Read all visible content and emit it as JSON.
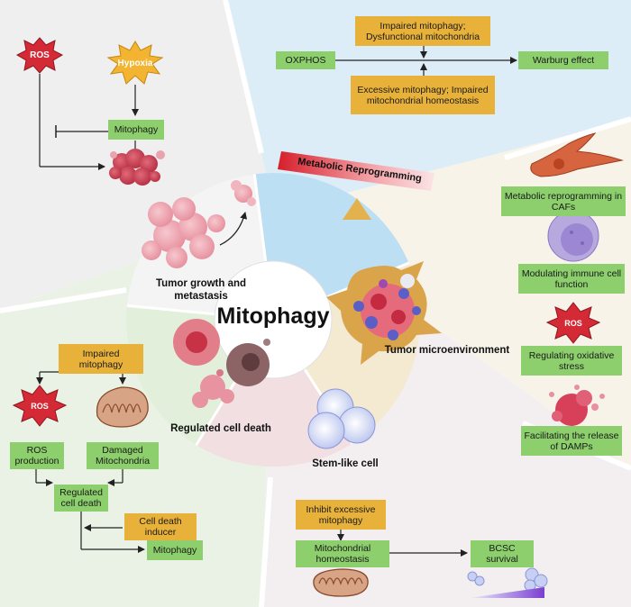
{
  "center": {
    "title": "Mitophagy"
  },
  "sectors": {
    "tumor_growth": "Tumor growth and metastasis",
    "metabolic": "Metabolic Reprogramming",
    "tme": "Tumor microenvironment",
    "stem": "Stem-like cell",
    "cell_death": "Regulated cell death"
  },
  "top_left": {
    "ros": "ROS",
    "hypoxia": "Hypoxia",
    "mitophagy": "Mitophagy"
  },
  "top_panel": {
    "oxphos": "OXPHOS",
    "impaired": "Impaired mitophagy; Dysfunctional mitochondria",
    "excessive": "Excessive mitophagy; Impaired  mitochondrial homeostasis",
    "warburg": "Warburg effect"
  },
  "right_panel": {
    "cafs": "Metabolic reprogramming in CAFs",
    "immune": "Modulating immune cell function",
    "ros": "ROS",
    "oxidative": "Regulating oxidative stress",
    "damps": "Facilitating the release of DAMPs"
  },
  "left_panel": {
    "impaired": "Impaired mitophagy",
    "ros": "ROS",
    "ros_production": "ROS production",
    "damaged": "Damaged Mitochondria",
    "regulated": "Regulated cell death",
    "inducer": "Cell death inducer",
    "mitophagy": "Mitophagy"
  },
  "bottom_panel": {
    "inhibit": "Inhibit excessive mitophagy",
    "homeostasis": "Mitochondrial homeostasis",
    "bcsc": "BCSC survival"
  },
  "colors": {
    "green_box": "#8ccf6c",
    "orange_box": "#e8b23a",
    "ros_star": "#d42a35",
    "hypoxia_star": "#f2b431"
  }
}
